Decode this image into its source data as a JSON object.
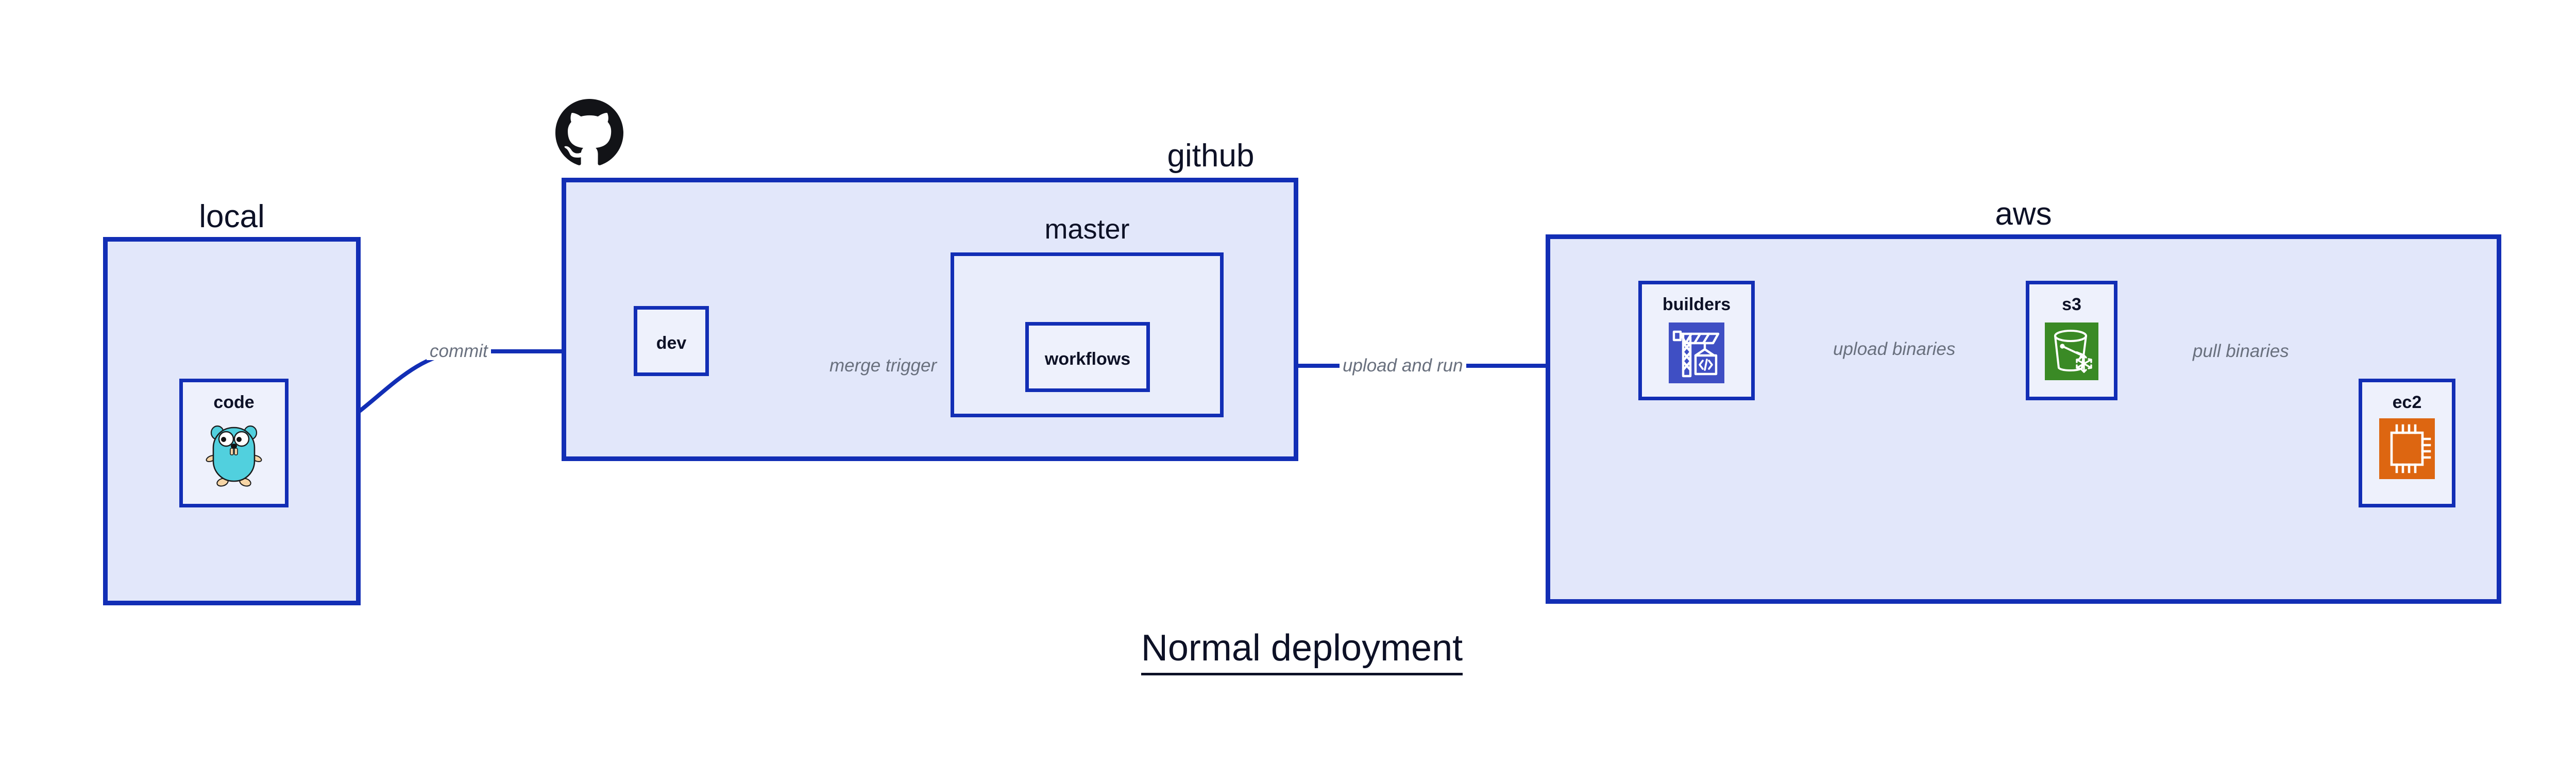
{
  "title": "Normal deployment",
  "colors": {
    "group_fill": "#E2E7FA",
    "group_border": "#122EB5",
    "node_fill": "#EEF1FC",
    "edge": "#122EB5",
    "edge_label": "#69707E",
    "text": "#0D1126",
    "builders_icon_bg": "#3F4FC4",
    "s3_icon_bg": "#3A8A25",
    "ec2_icon_bg": "#DD6611",
    "gopher_body": "#51D0DE"
  },
  "groups": [
    {
      "id": "local",
      "label": "local"
    },
    {
      "id": "github",
      "label": "github"
    },
    {
      "id": "aws",
      "label": "aws"
    }
  ],
  "subgroups": [
    {
      "id": "master",
      "label": "master"
    }
  ],
  "nodes": [
    {
      "id": "code",
      "label": "code",
      "icon": "go-gopher-icon"
    },
    {
      "id": "dev",
      "label": "dev",
      "icon": "none"
    },
    {
      "id": "workflows",
      "label": "workflows",
      "icon": "none"
    },
    {
      "id": "builders",
      "label": "builders",
      "icon": "crane-code-icon"
    },
    {
      "id": "s3",
      "label": "s3",
      "icon": "bucket-snowflake-icon"
    },
    {
      "id": "ec2",
      "label": "ec2",
      "icon": "cpu-chip-icon"
    }
  ],
  "edges": [
    {
      "id": "commit",
      "label": "commit",
      "from": "code",
      "to": "dev"
    },
    {
      "id": "merge-trigger",
      "label": "merge trigger",
      "from": "dev",
      "to": "workflows"
    },
    {
      "id": "upload-and-run",
      "label": "upload and run",
      "from": "workflows",
      "to": "builders"
    },
    {
      "id": "upload-binaries",
      "label": "upload binaries",
      "from": "builders",
      "to": "s3"
    },
    {
      "id": "pull-binaries",
      "label": "pull binaries",
      "from": "s3",
      "to": "ec2"
    }
  ],
  "icons": {
    "github_logo": "github-octocat-icon"
  }
}
